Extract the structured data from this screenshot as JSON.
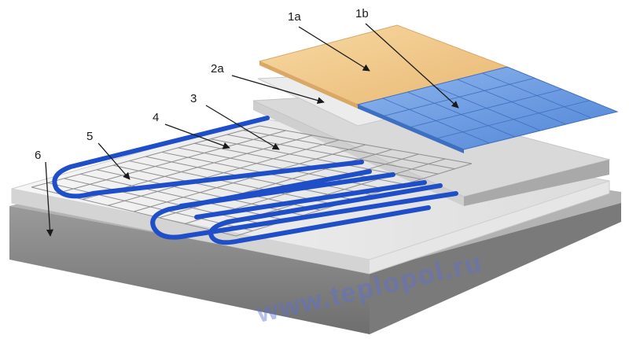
{
  "labels": {
    "l1a": "1a",
    "l1b": "1b",
    "l2a": "2a",
    "l3": "3",
    "l4": "4",
    "l5": "5",
    "l6": "6"
  },
  "watermark": "www.teplopol.ru",
  "colors": {
    "pipe": "#1f4fc8",
    "wood": "#f2c98c",
    "tile": "#6f9ee2",
    "concrete_dark": "#8a8a8a",
    "insulation": "#eeeeee"
  }
}
